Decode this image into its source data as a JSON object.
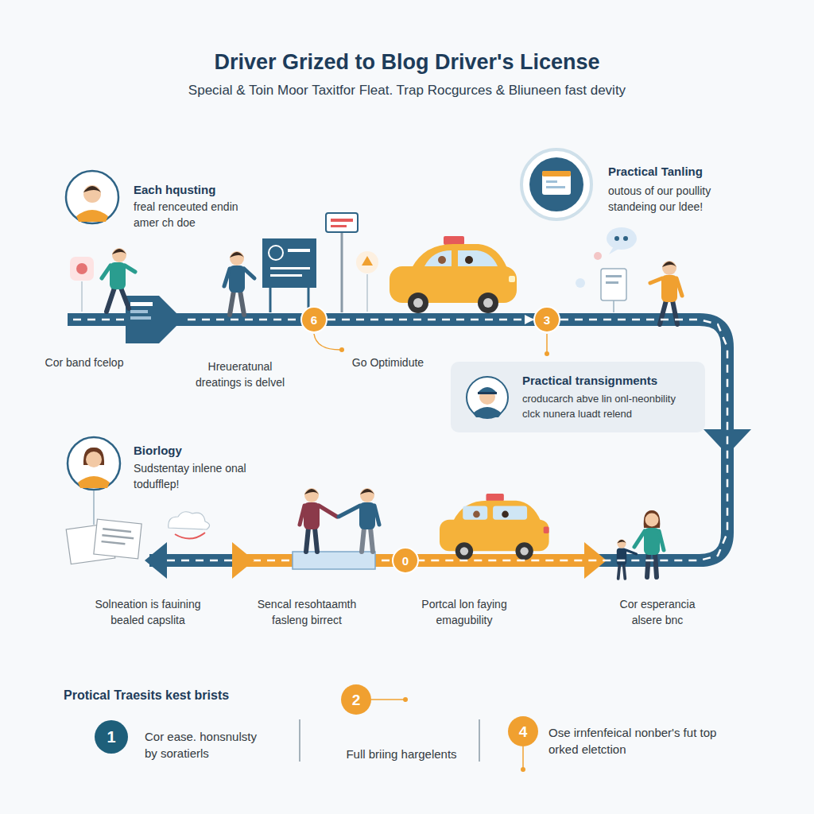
{
  "diagram": {
    "title": "Driver Grized to Blog Driver's License",
    "nodes": [
      {
        "text": [
          "6"
        ]
      },
      {
        "text": [
          "3"
        ]
      },
      {
        "text": [
          "Practical transignments",
          "croducarch abve lin onl-neonbility clck nunera luadt relend"
        ]
      },
      {
        "text": [
          "0"
        ]
      },
      {
        "text": [
          "1"
        ]
      },
      {
        "text": [
          "2"
        ]
      },
      {
        "text": [
          "4"
        ]
      }
    ],
    "edges": [
      {
        "from": 0,
        "to": 1,
        "arrow": "to"
      },
      {
        "from": 1,
        "to": 3,
        "arrow": "none"
      }
    ],
    "labels": [
      "Special & Toin Moor Taxitfor Fleat. Trap Rocgurces & Bliuneen fast devity",
      "Each hqusting",
      "freal renceuted endin amer ch doe",
      "Practical Tanling",
      "outous of our poullity standeing our ldee!",
      "Cor band fcelop",
      "Hreueratunal dreatings is delvel",
      "Go Optimidute",
      "Biorlogy",
      "Sudstentay inlene onal todufflep!",
      "Solneation is fauining bealed capslita",
      "Sencal resohtaamth fasleng birrect",
      "Portcal lon faying emagubility",
      "Cor esperancia alsere bnc",
      "Protical Traesits kest brists",
      "Cor ease. honsnulsty by soratierls",
      "Full briing hargelents",
      "Ose irnfenfeical nonber's fut top orked eletction"
    ]
  }
}
